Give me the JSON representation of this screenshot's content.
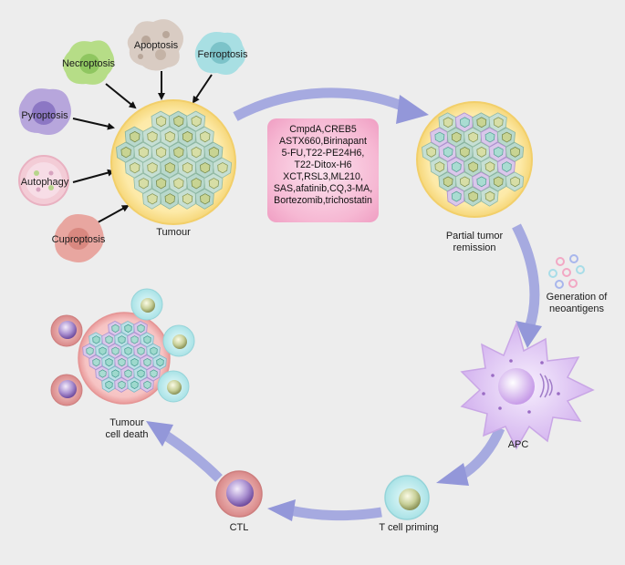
{
  "death_modes": {
    "apoptosis": "Apoptosis",
    "necroptosis": "Necroptosis",
    "ferroptosis": "Ferroptosis",
    "pyroptosis": "Pyroptosis",
    "autophagy": "Autophagy",
    "cuproptosis": "Cuproptosis"
  },
  "labels": {
    "tumour": "Tumour",
    "partial_remission_1": "Partial tumor",
    "partial_remission_2": "remission",
    "neoantigens_1": "Generation of",
    "neoantigens_2": "neoantigens",
    "apc": "APC",
    "t_cell_priming": "T cell priming",
    "ctl": "CTL",
    "cell_death_1": "Tumour",
    "cell_death_2": "cell death"
  },
  "drugs": [
    "CmpdA,CREB5",
    "ASTX660,Birinapant",
    "5-FU,T22-PE24H6,",
    "T22-Ditox-H6",
    "XCT,RSL3,ML210,",
    "SAS,afatinib,CQ,3-MA,",
    "Bortezomib,trichostatin"
  ],
  "colors": {
    "background": "#ededed",
    "arrow": "#9b9fdc",
    "tumour_halo": "#fde9a6",
    "drug_box": "#f6b8d3",
    "apc": "#d7b8ee"
  }
}
